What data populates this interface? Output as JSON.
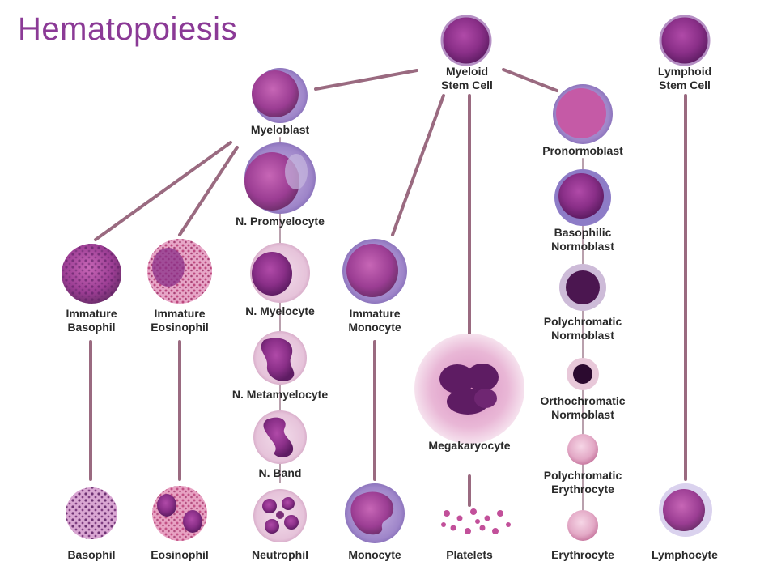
{
  "title": "Hematopoiesis",
  "colors": {
    "title": "#8b3a96",
    "edge": "#9a6a80",
    "label": "#2a2a2a"
  },
  "labels": {
    "myeloid_stem": [
      "Myeloid",
      "Stem Cell"
    ],
    "lymphoid_stem": [
      "Lymphoid",
      "Stem Cell"
    ],
    "myeloblast": [
      "Myeloblast"
    ],
    "n_promyelocyte": [
      "N. Promyelocyte"
    ],
    "n_myelocyte": [
      "N. Myelocyte"
    ],
    "n_metamyelocyte": [
      "N. Metamyelocyte"
    ],
    "n_band": [
      "N. Band"
    ],
    "neutrophil": [
      "Neutrophil"
    ],
    "immature_basophil": [
      "Immature",
      "Basophil"
    ],
    "basophil": [
      "Basophil"
    ],
    "immature_eosinophil": [
      "Immature",
      "Eosinophil"
    ],
    "eosinophil": [
      "Eosinophil"
    ],
    "immature_monocyte": [
      "Immature",
      "Monocyte"
    ],
    "monocyte": [
      "Monocyte"
    ],
    "megakaryocyte": [
      "Megakaryocyte"
    ],
    "platelets": [
      "Platelets"
    ],
    "pronormoblast": [
      "Pronormoblast"
    ],
    "basophilic_normoblast": [
      "Basophilic",
      "Normoblast"
    ],
    "polychromatic_normoblast": [
      "Polychromatic",
      "Normoblast"
    ],
    "orthochromatic_normoblast": [
      "Orthochromatic",
      "Normoblast"
    ],
    "polychromatic_erythrocyte": [
      "Polychromatic",
      "Erythrocyte"
    ],
    "erythrocyte": [
      "Erythrocyte"
    ],
    "lymphocyte": [
      "Lymphocyte"
    ]
  }
}
